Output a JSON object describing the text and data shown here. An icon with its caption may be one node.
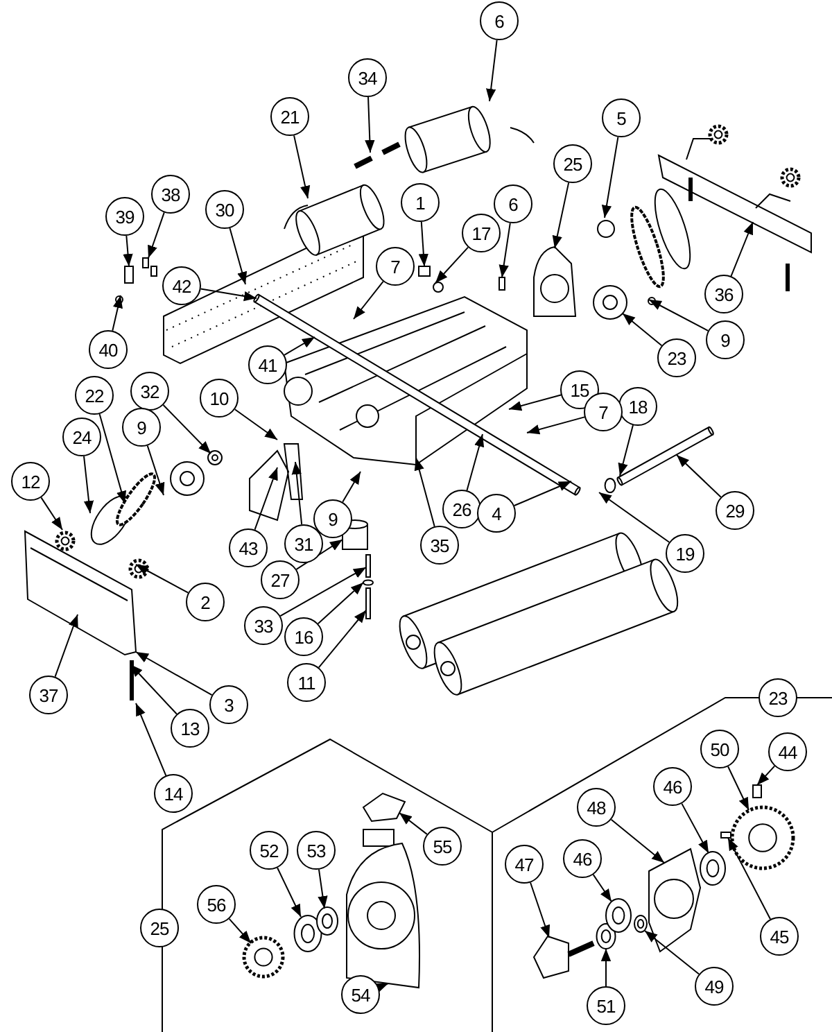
{
  "diagram": {
    "nodes": [
      {
        "text": [
          "6"
        ]
      },
      {
        "text": [
          "34"
        ]
      },
      {
        "text": [
          "5"
        ]
      },
      {
        "text": [
          "21"
        ]
      },
      {
        "text": [
          "25"
        ]
      },
      {
        "text": [
          "38"
        ]
      },
      {
        "text": [
          "1"
        ]
      },
      {
        "text": [
          "6"
        ]
      },
      {
        "text": [
          "30"
        ]
      },
      {
        "text": [
          "39"
        ]
      },
      {
        "text": [
          "17"
        ]
      },
      {
        "text": [
          "7"
        ]
      },
      {
        "text": [
          "42"
        ]
      },
      {
        "text": [
          "36"
        ]
      },
      {
        "text": [
          "9"
        ]
      },
      {
        "text": [
          "40"
        ]
      },
      {
        "text": [
          "23"
        ]
      },
      {
        "text": [
          "41"
        ]
      },
      {
        "text": [
          "15"
        ]
      },
      {
        "text": [
          "32"
        ]
      },
      {
        "text": [
          "10"
        ]
      },
      {
        "text": [
          "22"
        ]
      },
      {
        "text": [
          "18"
        ]
      },
      {
        "text": [
          "7"
        ]
      },
      {
        "text": [
          "9"
        ]
      },
      {
        "text": [
          "24"
        ]
      },
      {
        "text": [
          "12"
        ]
      },
      {
        "text": [
          "9"
        ]
      },
      {
        "text": [
          "26"
        ]
      },
      {
        "text": [
          "4"
        ]
      },
      {
        "text": [
          "29"
        ]
      },
      {
        "text": [
          "35"
        ]
      },
      {
        "text": [
          "31"
        ]
      },
      {
        "text": [
          "43"
        ]
      },
      {
        "text": [
          "19"
        ]
      },
      {
        "text": [
          "27"
        ]
      },
      {
        "text": [
          "2"
        ]
      },
      {
        "text": [
          "33"
        ]
      },
      {
        "text": [
          "16"
        ]
      },
      {
        "text": [
          "11"
        ]
      },
      {
        "text": [
          "37"
        ]
      },
      {
        "text": [
          "23"
        ]
      },
      {
        "text": [
          "3"
        ]
      },
      {
        "text": [
          "13"
        ]
      },
      {
        "text": [
          "50"
        ]
      },
      {
        "text": [
          "44"
        ]
      },
      {
        "text": [
          "46"
        ]
      },
      {
        "text": [
          "14"
        ]
      },
      {
        "text": [
          "48"
        ]
      },
      {
        "text": [
          "55"
        ]
      },
      {
        "text": [
          "52"
        ]
      },
      {
        "text": [
          "53"
        ]
      },
      {
        "text": [
          "46"
        ]
      },
      {
        "text": [
          "47"
        ]
      },
      {
        "text": [
          "56"
        ]
      },
      {
        "text": [
          "25"
        ]
      },
      {
        "text": [
          "45"
        ]
      },
      {
        "text": [
          "49"
        ]
      },
      {
        "text": [
          "54"
        ]
      },
      {
        "text": [
          "51"
        ]
      },
      {
        "text": [],
        "shape": "picture"
      },
      {
        "text": [],
        "shape": "picture"
      },
      {
        "text": [],
        "shape": "box"
      },
      {
        "text": [],
        "shape": "box"
      },
      {
        "text": [],
        "shape": "circle"
      },
      {
        "text": [],
        "shape": "picture"
      },
      {
        "text": [],
        "shape": "cylinder"
      },
      {
        "text": [],
        "shape": "box"
      },
      {
        "text": [],
        "shape": "box"
      },
      {
        "text": [],
        "shape": "circle"
      },
      {
        "text": [],
        "shape": "picture"
      },
      {
        "text": [],
        "shape": "box"
      },
      {
        "text": [],
        "shape": "picture"
      },
      {
        "text": [],
        "shape": "box"
      },
      {
        "text": [],
        "shape": "circle"
      },
      {
        "text": [],
        "shape": "picture"
      },
      {
        "text": [],
        "shape": "circle"
      },
      {
        "text": [],
        "shape": "picture"
      },
      {
        "text": [],
        "shape": "picture"
      },
      {
        "text": [],
        "shape": "picture"
      },
      {
        "text": [],
        "shape": "picture"
      },
      {
        "text": [],
        "shape": "picture"
      },
      {
        "text": [],
        "shape": "picture"
      },
      {
        "text": [],
        "shape": "picture"
      },
      {
        "text": [],
        "shape": "picture"
      },
      {
        "text": [],
        "shape": "box"
      },
      {
        "text": [],
        "shape": "picture"
      },
      {
        "text": [],
        "shape": "picture"
      }
    ],
    "edges": [
      {
        "from": 0,
        "to": null,
        "arrow": "to"
      },
      {
        "from": 1,
        "to": null,
        "arrow": "to"
      },
      {
        "from": 2,
        "to": null,
        "arrow": "to"
      },
      {
        "from": 3,
        "to": null,
        "arrow": "to"
      },
      {
        "from": 4,
        "to": 60,
        "arrow": "to"
      },
      {
        "from": 5,
        "to": 61,
        "arrow": "to"
      },
      {
        "from": 6,
        "to": 62,
        "arrow": "to"
      },
      {
        "from": 7,
        "to": 63,
        "arrow": "to"
      },
      {
        "from": 8,
        "to": null,
        "arrow": "to"
      },
      {
        "from": 9,
        "to": 73,
        "arrow": "to"
      },
      {
        "from": 10,
        "to": 64,
        "arrow": "to"
      },
      {
        "from": 11,
        "to": null,
        "arrow": "to"
      },
      {
        "from": 12,
        "to": null,
        "arrow": "to"
      },
      {
        "from": 13,
        "to": null,
        "arrow": "to"
      },
      {
        "from": 14,
        "to": 76,
        "arrow": "to"
      },
      {
        "from": 15,
        "to": 74,
        "arrow": "to"
      },
      {
        "from": 16,
        "to": 75,
        "arrow": "to"
      },
      {
        "from": 17,
        "to": null,
        "arrow": "to"
      },
      {
        "from": 18,
        "to": null,
        "arrow": "to"
      },
      {
        "from": 19,
        "to": 65,
        "arrow": "to"
      },
      {
        "from": 20,
        "to": null,
        "arrow": "to"
      },
      {
        "from": 21,
        "to": null,
        "arrow": "to"
      },
      {
        "from": 22,
        "to": null,
        "arrow": "to"
      },
      {
        "from": 23,
        "to": null,
        "arrow": "to"
      },
      {
        "from": 24,
        "to": null,
        "arrow": "to"
      },
      {
        "from": 25,
        "to": null,
        "arrow": "to"
      },
      {
        "from": 26,
        "to": null,
        "arrow": "to"
      },
      {
        "from": 27,
        "to": null,
        "arrow": "to"
      },
      {
        "from": 28,
        "to": null,
        "arrow": "to"
      },
      {
        "from": 29,
        "to": null,
        "arrow": "to"
      },
      {
        "from": 30,
        "to": null,
        "arrow": "to"
      },
      {
        "from": 31,
        "to": null,
        "arrow": "to"
      },
      {
        "from": 32,
        "to": null,
        "arrow": "to"
      },
      {
        "from": 33,
        "to": null,
        "arrow": "to"
      },
      {
        "from": 34,
        "to": null,
        "arrow": "to"
      },
      {
        "from": 35,
        "to": 66,
        "arrow": "to"
      },
      {
        "from": 36,
        "to": null,
        "arrow": "to"
      },
      {
        "from": 37,
        "to": 67,
        "arrow": "to"
      },
      {
        "from": 38,
        "to": 69,
        "arrow": "to"
      },
      {
        "from": 39,
        "to": 68,
        "arrow": "to"
      },
      {
        "from": 40,
        "to": null,
        "arrow": "to"
      },
      {
        "from": 42,
        "to": null,
        "arrow": "to"
      },
      {
        "from": 43,
        "to": null,
        "arrow": "to"
      },
      {
        "from": 44,
        "to": 77,
        "arrow": "to"
      },
      {
        "from": 45,
        "to": 71,
        "arrow": "to"
      },
      {
        "from": 46,
        "to": 82,
        "arrow": "to"
      },
      {
        "from": 47,
        "to": null,
        "arrow": "to"
      },
      {
        "from": 48,
        "to": 83,
        "arrow": "to"
      },
      {
        "from": 49,
        "to": 84,
        "arrow": "to"
      },
      {
        "from": 50,
        "to": 78,
        "arrow": "to"
      },
      {
        "from": 51,
        "to": 79,
        "arrow": "to"
      },
      {
        "from": 52,
        "to": 80,
        "arrow": "to"
      },
      {
        "from": 53,
        "to": 81,
        "arrow": "to"
      },
      {
        "from": 54,
        "to": 72,
        "arrow": "to"
      },
      {
        "from": 56,
        "to": 85,
        "arrow": "to"
      },
      {
        "from": 57,
        "to": 86,
        "arrow": "to"
      },
      {
        "from": 58,
        "to": 87,
        "arrow": "to"
      },
      {
        "from": 59,
        "to": 70,
        "arrow": "to"
      }
    ]
  }
}
